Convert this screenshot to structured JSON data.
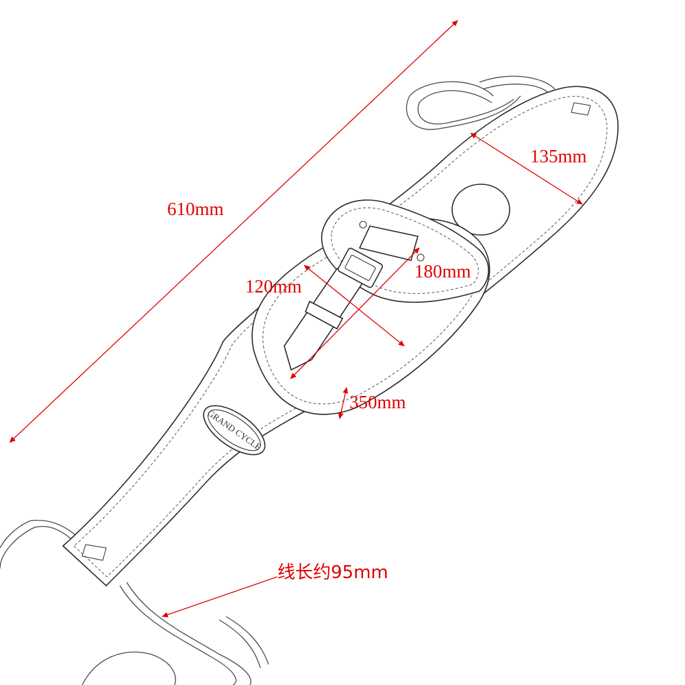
{
  "dimensions": {
    "overall_length": "610mm",
    "top_width": "135mm",
    "pouch_width": "180mm",
    "pouch_depth": "120mm",
    "pouch_length": "350mm",
    "cord_length": "线长约95mm"
  },
  "logo_text": "GRAND CYCLE",
  "colors": {
    "dimension": "#e00000",
    "outline": "#2a2a2a",
    "background": "#ffffff"
  }
}
